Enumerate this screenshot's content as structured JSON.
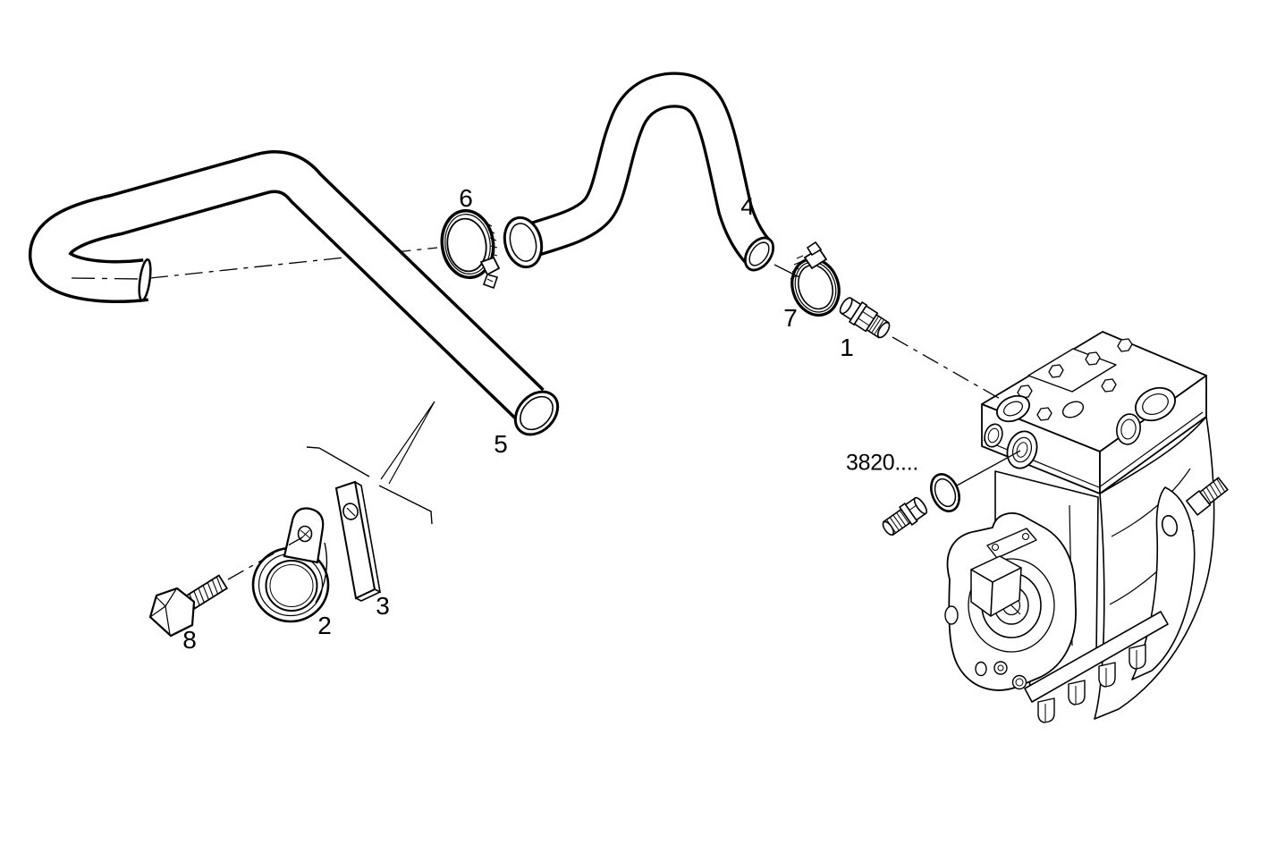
{
  "page": {
    "background": "#ffffff",
    "line_color": "#000000"
  },
  "callouts": {
    "c1": "1",
    "c2": "2",
    "c3": "3",
    "c4": "4",
    "c5": "5",
    "c6": "6",
    "c7": "7",
    "c8": "8"
  },
  "reference_label": "3820....",
  "parts_semantics": {
    "1": "threaded-union-fitting",
    "2": "hose-support-clamp",
    "3": "bracket-plate",
    "4": "formed-hose-upper",
    "5": "formed-hose-long",
    "6": "worm-drive-hose-clamp-large",
    "7": "worm-drive-hose-clamp-small",
    "8": "hex-bolt",
    "3820": "air-compressor-assembly"
  }
}
